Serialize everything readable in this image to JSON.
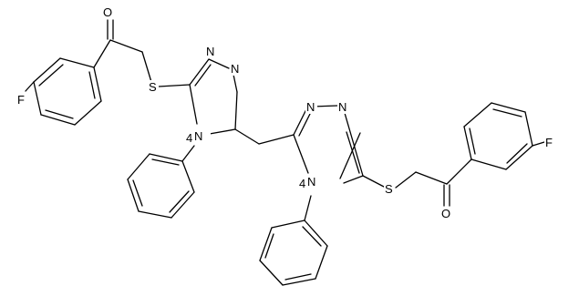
{
  "molecule": {
    "atom_labels": {
      "o_left": "O",
      "o_right": "O",
      "f_left": "F",
      "f_right": "F",
      "s_left": "S",
      "s_right": "S",
      "n_left_top_a": "N",
      "n_left_top_b": "N",
      "n_left_ring": "N",
      "n_right_top_a": "N",
      "n_right_top_b": "N",
      "n_right_ring": "N"
    },
    "atom_numbers": {
      "n_left_ring": "4",
      "n_right_ring": "4"
    }
  }
}
